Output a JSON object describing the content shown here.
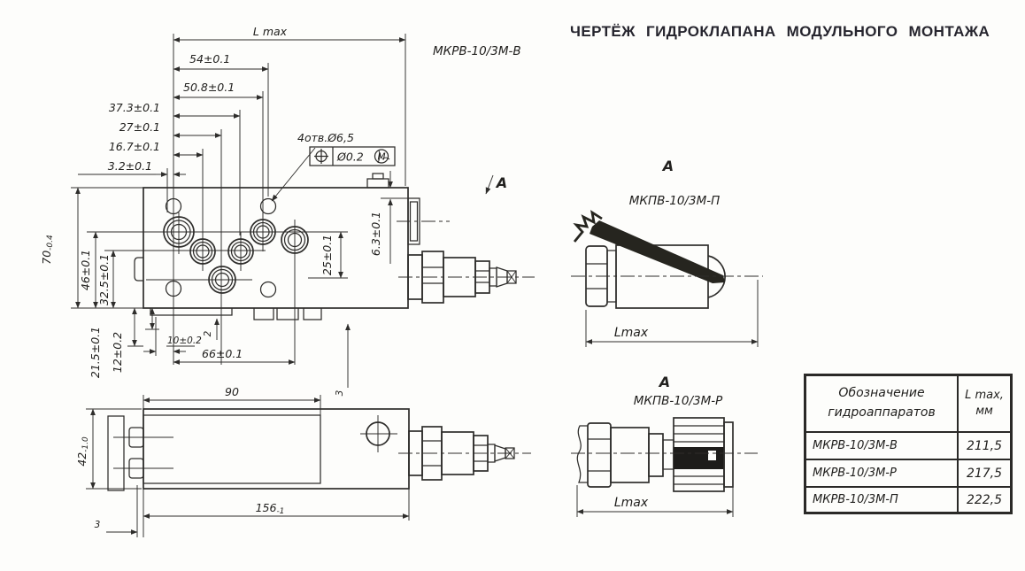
{
  "title": "ЧЕРТЁЖ ГИДРОКЛАПАНА МОДУЛЬНОГО МОНТАЖА",
  "colors": {
    "line": "#2e2d2b",
    "text": "#22211f",
    "title": "#26252e",
    "background": "#fdfdfb"
  },
  "main_view": {
    "model_label": "МКРВ-10/3М-В",
    "section_arrow_label": "А",
    "holes_callout": "4отв.Ø6,5",
    "position_tolerance": "Ø0.2",
    "position_modifier": "М",
    "dims": {
      "l_max": "L max",
      "w54": "54±0.1",
      "w50_8": "50.8±0.1",
      "w37_3": "37.3±0.1",
      "w27": "27±0.1",
      "w16_7": "16.7±0.1",
      "w3_2": "3.2±0.1",
      "h70": {
        "value": "70",
        "tol": "-0.4"
      },
      "h46": "46±0.1",
      "h32_5": "32.5±0.1",
      "h21_5": "21.5±0.1",
      "h12": "12±0.2",
      "w10": "10±0.2",
      "w66": "66±0.1",
      "h25": "25±0.1",
      "h6_3": "6.3±0.1",
      "t2": "2",
      "t3": "3"
    }
  },
  "bottom_view": {
    "dims": {
      "w90": "90",
      "h42": {
        "value": "42",
        "tol": "-1.0"
      },
      "w156": {
        "value": "156",
        "tol": "-1"
      },
      "w3": "3"
    }
  },
  "detail_views": [
    {
      "arrow_label": "А",
      "model": "МКПВ-10/3М-П",
      "dim": "Lmax"
    },
    {
      "arrow_label": "А",
      "model": "МКПВ-10/3М-Р",
      "dim": "Lmax"
    }
  ],
  "table": {
    "header": {
      "col1_line1": "Обозначение",
      "col1_line2": "гидроаппаратов",
      "col2_line1": "L max,",
      "col2_line2": "мм"
    },
    "rows": [
      {
        "designation": "МКРВ-10/3М-В",
        "l_max": "211,5"
      },
      {
        "designation": "МКРВ-10/3М-Р",
        "l_max": "217,5"
      },
      {
        "designation": "МКРВ-10/3М-П",
        "l_max": "222,5"
      }
    ]
  }
}
